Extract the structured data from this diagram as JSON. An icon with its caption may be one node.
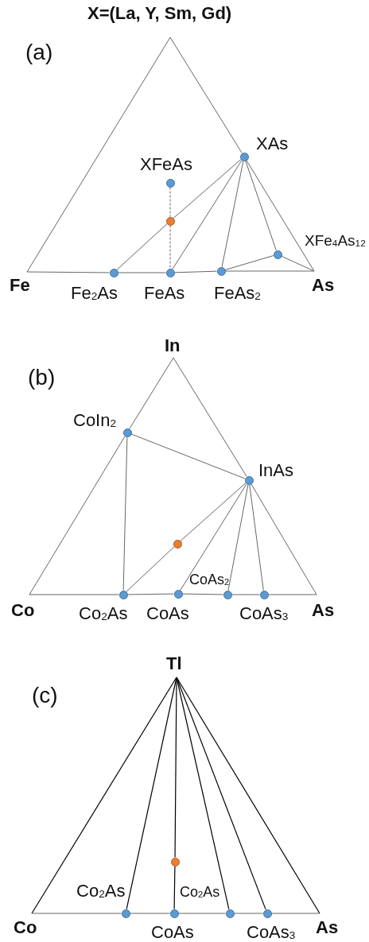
{
  "diagram": {
    "nodes": [
      {
        "text": [
          "X=(La, Y, Sm, Gd)"
        ]
      },
      {
        "text": [],
        "shape": "circle",
        "beside": [
          "XAs"
        ]
      },
      {
        "text": [],
        "shape": "circle",
        "beside": [
          "XFeAs"
        ]
      },
      {
        "text": [],
        "shape": "circle"
      },
      {
        "text": [],
        "shape": "circle",
        "beside": [
          "XFe$_{4}$As$_{12}$"
        ]
      },
      {
        "text": [
          "Fe"
        ]
      },
      {
        "text": [],
        "shape": "circle",
        "beside": [
          "Fe$_{2}$As"
        ]
      },
      {
        "text": [],
        "shape": "circle",
        "beside": [
          "FeAs"
        ]
      },
      {
        "text": [],
        "shape": "circle",
        "beside": [
          "FeAs$_{2}$"
        ]
      },
      {
        "text": [
          "As"
        ]
      },
      {
        "text": [
          "In"
        ]
      },
      {
        "text": [],
        "shape": "circle",
        "beside": [
          "CoIn$_{2}$"
        ]
      },
      {
        "text": [],
        "shape": "circle",
        "beside": [
          "InAs"
        ]
      },
      {
        "text": [],
        "shape": "circle"
      },
      {
        "text": [],
        "shape": "circle",
        "beside": [
          "CoAs$_{2}$"
        ]
      },
      {
        "text": [
          "Co"
        ]
      },
      {
        "text": [],
        "shape": "circle",
        "beside": [
          "Co$_{2}$As"
        ]
      },
      {
        "text": [],
        "shape": "circle",
        "beside": [
          "CoAs"
        ]
      },
      {
        "text": [],
        "shape": "circle",
        "beside": [
          "CoAs$_{3}$"
        ]
      },
      {
        "text": [
          "As"
        ]
      },
      {
        "text": [
          "Tl"
        ]
      },
      {
        "text": [],
        "shape": "circle"
      },
      {
        "text": [],
        "shape": "circle",
        "beside": [
          "Co$_{2}$As"
        ]
      },
      {
        "text": [],
        "shape": "circle",
        "beside": [
          "Co$_{2}$As"
        ]
      },
      {
        "text": [
          "Co"
        ]
      },
      {
        "text": [],
        "shape": "circle",
        "beside": [
          "CoAs"
        ]
      },
      {
        "text": [],
        "shape": "circle",
        "beside": [
          "CoAs$_{3}$"
        ]
      },
      {
        "text": [
          "As"
        ]
      }
    ],
    "edges": [
      {
        "from": 0,
        "to": 5,
        "arrow": "none"
      },
      {
        "from": 0,
        "to": 1,
        "arrow": "none"
      },
      {
        "from": 1,
        "to": 9,
        "arrow": "none"
      },
      {
        "from": 5,
        "to": 6,
        "arrow": "none"
      },
      {
        "from": 6,
        "to": 7,
        "arrow": "none"
      },
      {
        "from": 7,
        "to": 8,
        "arrow": "none"
      },
      {
        "from": 8,
        "to": 9,
        "arrow": "none"
      },
      {
        "from": 1,
        "to": 3,
        "arrow": "none"
      },
      {
        "from": 3,
        "to": 6,
        "arrow": "none"
      },
      {
        "from": 1,
        "to": 7,
        "arrow": "none"
      },
      {
        "from": 1,
        "to": 8,
        "arrow": "none"
      },
      {
        "from": 1,
        "to": 4,
        "arrow": "none"
      },
      {
        "from": 8,
        "to": 4,
        "arrow": "none"
      },
      {
        "from": 4,
        "to": 9,
        "arrow": "none"
      },
      {
        "from": 2,
        "to": 3,
        "arrow": "none",
        "style": "dashed"
      },
      {
        "from": 3,
        "to": 7,
        "arrow": "none",
        "style": "dashed"
      },
      {
        "from": 10,
        "to": 11,
        "arrow": "none"
      },
      {
        "from": 11,
        "to": 15,
        "arrow": "none"
      },
      {
        "from": 10,
        "to": 12,
        "arrow": "none"
      },
      {
        "from": 12,
        "to": 19,
        "arrow": "none"
      },
      {
        "from": 15,
        "to": 16,
        "arrow": "none"
      },
      {
        "from": 16,
        "to": 17,
        "arrow": "none"
      },
      {
        "from": 17,
        "to": 14,
        "arrow": "none"
      },
      {
        "from": 14,
        "to": 18,
        "arrow": "none"
      },
      {
        "from": 18,
        "to": 19,
        "arrow": "none"
      },
      {
        "from": 11,
        "to": 12,
        "arrow": "none"
      },
      {
        "from": 11,
        "to": 16,
        "arrow": "none"
      },
      {
        "from": 12,
        "to": 13,
        "arrow": "none"
      },
      {
        "from": 13,
        "to": 16,
        "arrow": "none"
      },
      {
        "from": 12,
        "to": 17,
        "arrow": "none"
      },
      {
        "from": 12,
        "to": 14,
        "arrow": "none"
      },
      {
        "from": 12,
        "to": 18,
        "arrow": "none"
      },
      {
        "from": 20,
        "to": 24,
        "arrow": "none",
        "color": "#000000"
      },
      {
        "from": 20,
        "to": 27,
        "arrow": "none",
        "color": "#000000"
      },
      {
        "from": 24,
        "to": 22,
        "arrow": "none"
      },
      {
        "from": 22,
        "to": 25,
        "arrow": "none"
      },
      {
        "from": 25,
        "to": 23,
        "arrow": "none"
      },
      {
        "from": 23,
        "to": 26,
        "arrow": "none"
      },
      {
        "from": 26,
        "to": 27,
        "arrow": "none"
      },
      {
        "from": 20,
        "to": 22,
        "arrow": "none",
        "color": "#000000"
      },
      {
        "from": 20,
        "to": 21,
        "arrow": "none",
        "color": "#000000"
      },
      {
        "from": 21,
        "to": 25,
        "arrow": "none",
        "color": "#000000"
      },
      {
        "from": 20,
        "to": 23,
        "arrow": "none",
        "color": "#000000"
      },
      {
        "from": 20,
        "to": 26,
        "arrow": "none",
        "color": "#000000"
      }
    ],
    "labels": [
      "(a)",
      "(b)",
      "(c)"
    ]
  }
}
